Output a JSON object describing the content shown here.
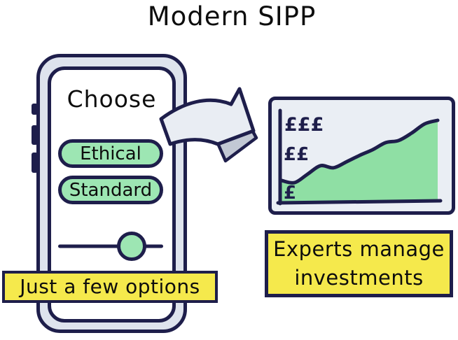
{
  "title": "Modern SIPP",
  "phone": {
    "screen_title": "Choose",
    "options": [
      {
        "label": "Ethical"
      },
      {
        "label": "Standard"
      }
    ],
    "slider_value_percent": 70
  },
  "callouts": {
    "phone_label": "Just a few options",
    "chart_label_line1": "Experts manage",
    "chart_label_line2": "investments"
  },
  "chart_data": {
    "type": "area",
    "title": "",
    "xlabel": "",
    "ylabel": "",
    "x": [
      0,
      1,
      2,
      3,
      4,
      5,
      6,
      7,
      8,
      9,
      10,
      11,
      12
    ],
    "values": [
      1.3,
      1.24,
      1.48,
      1.72,
      1.66,
      1.83,
      2.01,
      2.17,
      2.37,
      2.43,
      2.64,
      2.9,
      3.0
    ],
    "ylim": [
      0.7,
      3.3
    ],
    "ytick_values": [
      1,
      2,
      3
    ],
    "ytick_labels": [
      "£",
      "££",
      "£££"
    ],
    "grid": false,
    "legend": false,
    "area_color": "#8fdfa4",
    "line_color": "#1e1e4b"
  },
  "colors": {
    "ink": "#1e1e4b",
    "text": "#0d0d0d",
    "pill_green": "#9de6b3",
    "chart_green": "#8fdfa4",
    "callout_yellow": "#f5e94c",
    "phone_body": "#dee3ed",
    "panel_bg": "#eaeef4",
    "arrow_fill": "#e9edf3",
    "arrow_side": "#c2c8d4"
  },
  "icons": {
    "curved_arrow": "curved-arrow-right"
  }
}
